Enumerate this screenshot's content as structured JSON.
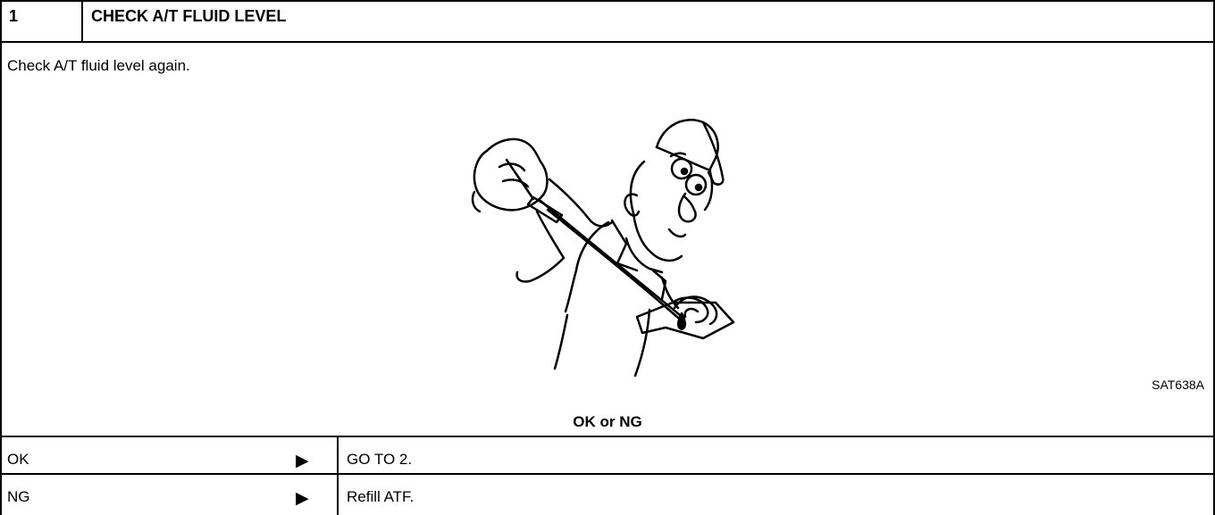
{
  "step": {
    "number": "1",
    "title": "CHECK A/T FLUID LEVEL"
  },
  "instruction": "Check A/T fluid level again.",
  "figure": {
    "id": "SAT638A",
    "description_icon": "mechanic-checking-dipstick-icon"
  },
  "decision": {
    "label": "OK or NG"
  },
  "results": [
    {
      "label": "OK",
      "arrow": "▶",
      "action": "GO TO 2."
    },
    {
      "label": "NG",
      "arrow": "▶",
      "action": "Refill ATF."
    }
  ]
}
